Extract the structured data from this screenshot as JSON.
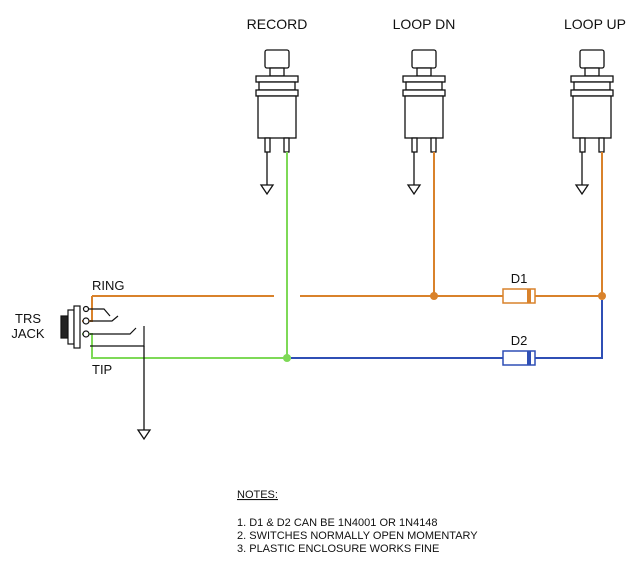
{
  "switches": [
    {
      "id": "record",
      "label": "RECORD"
    },
    {
      "id": "loop_dn",
      "label": "LOOP DN"
    },
    {
      "id": "loop_up",
      "label": "LOOP UP"
    }
  ],
  "jack": {
    "label_line1": "TRS",
    "label_line2": "JACK",
    "ring_label": "RING",
    "tip_label": "TIP"
  },
  "diodes": [
    {
      "id": "d1",
      "label": "D1"
    },
    {
      "id": "d2",
      "label": "D2"
    }
  ],
  "notes": {
    "heading": "NOTES:",
    "items": [
      "1.  D1 & D2 CAN BE 1N4001 OR 1N4148",
      "2.  SWITCHES NORMALLY OPEN MOMENTARY",
      "3.  PLASTIC ENCLOSURE WORKS FINE"
    ]
  },
  "colors": {
    "ring_wire": "#d9822b",
    "tip_wire": "#7ed957",
    "diode2_wire": "#2f4fb5",
    "outline": "#111111"
  }
}
